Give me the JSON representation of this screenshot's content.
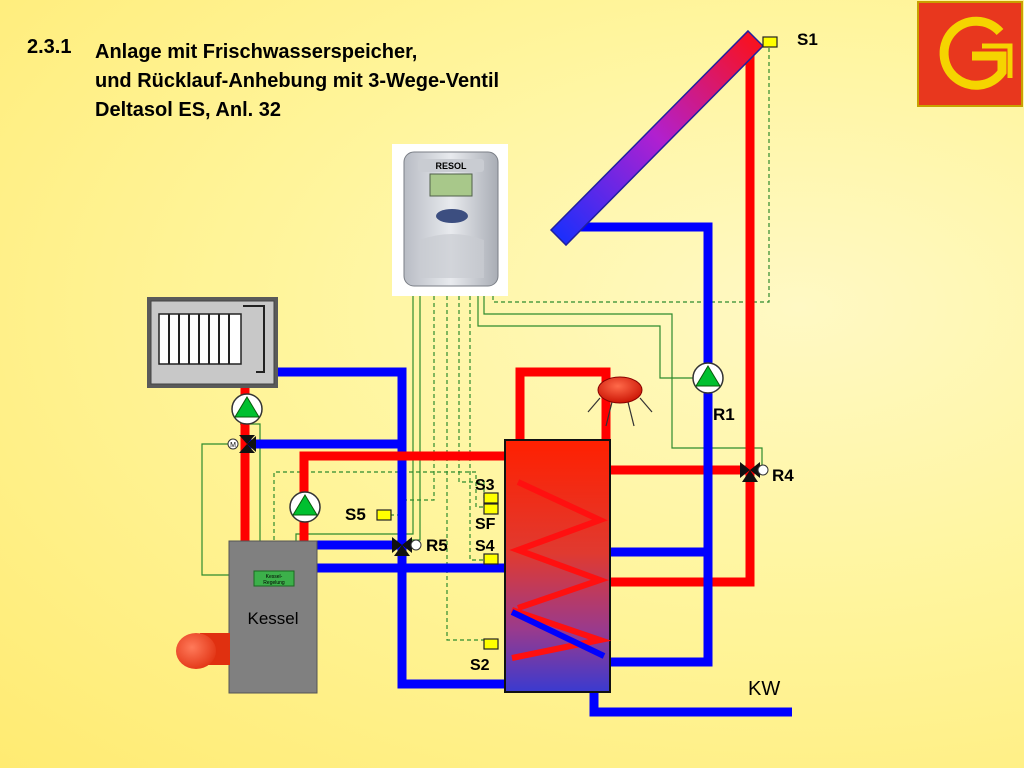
{
  "header": {
    "section_number": "2.3.1",
    "title_lines": [
      "Anlage mit Frischwasserspeicher,",
      "und Rücklauf-Anhebung mit 3-Wege-Ventil",
      "Deltasol ES, Anl. 32"
    ]
  },
  "controller": {
    "brand": "RESOL"
  },
  "boiler": {
    "label": "Kessel",
    "panel_lines": [
      "Kessel-",
      "Regelung"
    ]
  },
  "sensors": {
    "s1": "S1",
    "s2": "S2",
    "s3": "S3",
    "s4": "S4",
    "s5": "S5",
    "sf": "SF"
  },
  "relays": {
    "r1": "R1",
    "r4": "R4",
    "r5": "R5"
  },
  "valve_motor_label": "M",
  "cold_water_label": "KW",
  "colors": {
    "hot": "#ff0000",
    "cold": "#0000ff",
    "wire": "#2e8b2e",
    "pump": "#00c030",
    "sensor": "#ffff00",
    "logo_bg": "#e8371e",
    "logo_fg": "#f5d400"
  }
}
